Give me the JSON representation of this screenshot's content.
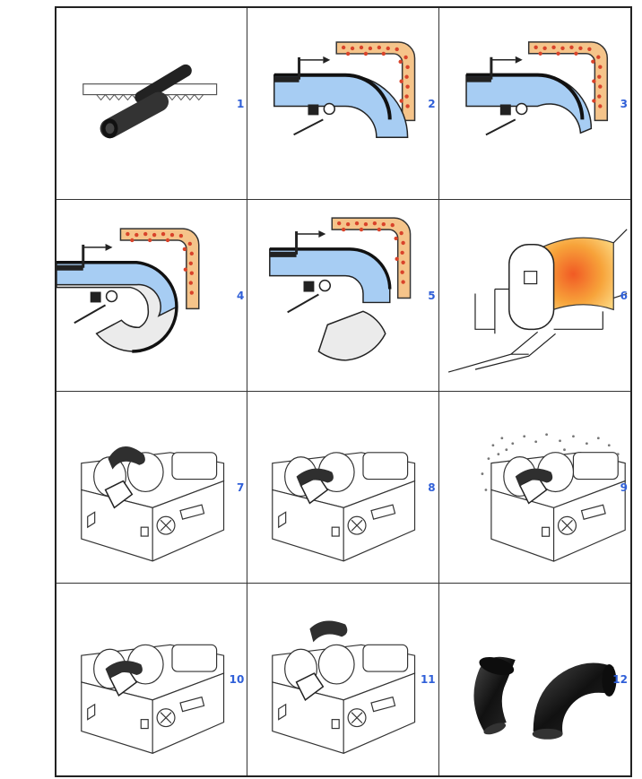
{
  "steps": [
    {
      "label": "1",
      "name": "cut-pipe"
    },
    {
      "label": "2",
      "name": "induction-bending-start"
    },
    {
      "label": "3",
      "name": "induction-bending-progress"
    },
    {
      "label": "4",
      "name": "bending-on-mandrel"
    },
    {
      "label": "5",
      "name": "bent-section-cut-off"
    },
    {
      "label": "6",
      "name": "heat-treatment-furnace"
    },
    {
      "label": "7",
      "name": "blasting-machine-load"
    },
    {
      "label": "8",
      "name": "blasting-machine-clamped"
    },
    {
      "label": "9",
      "name": "shot-blasting"
    },
    {
      "label": "10",
      "name": "blasting-complete"
    },
    {
      "label": "11",
      "name": "unload-elbow"
    },
    {
      "label": "12",
      "name": "finished-elbows"
    }
  ],
  "colors": {
    "label": "#2f5fd8",
    "pipe_blue": "#a7cdf3",
    "heat_orange": "#f0a040",
    "heat_red": "#d9432a",
    "pipe_dark": "#2a2a2a"
  }
}
